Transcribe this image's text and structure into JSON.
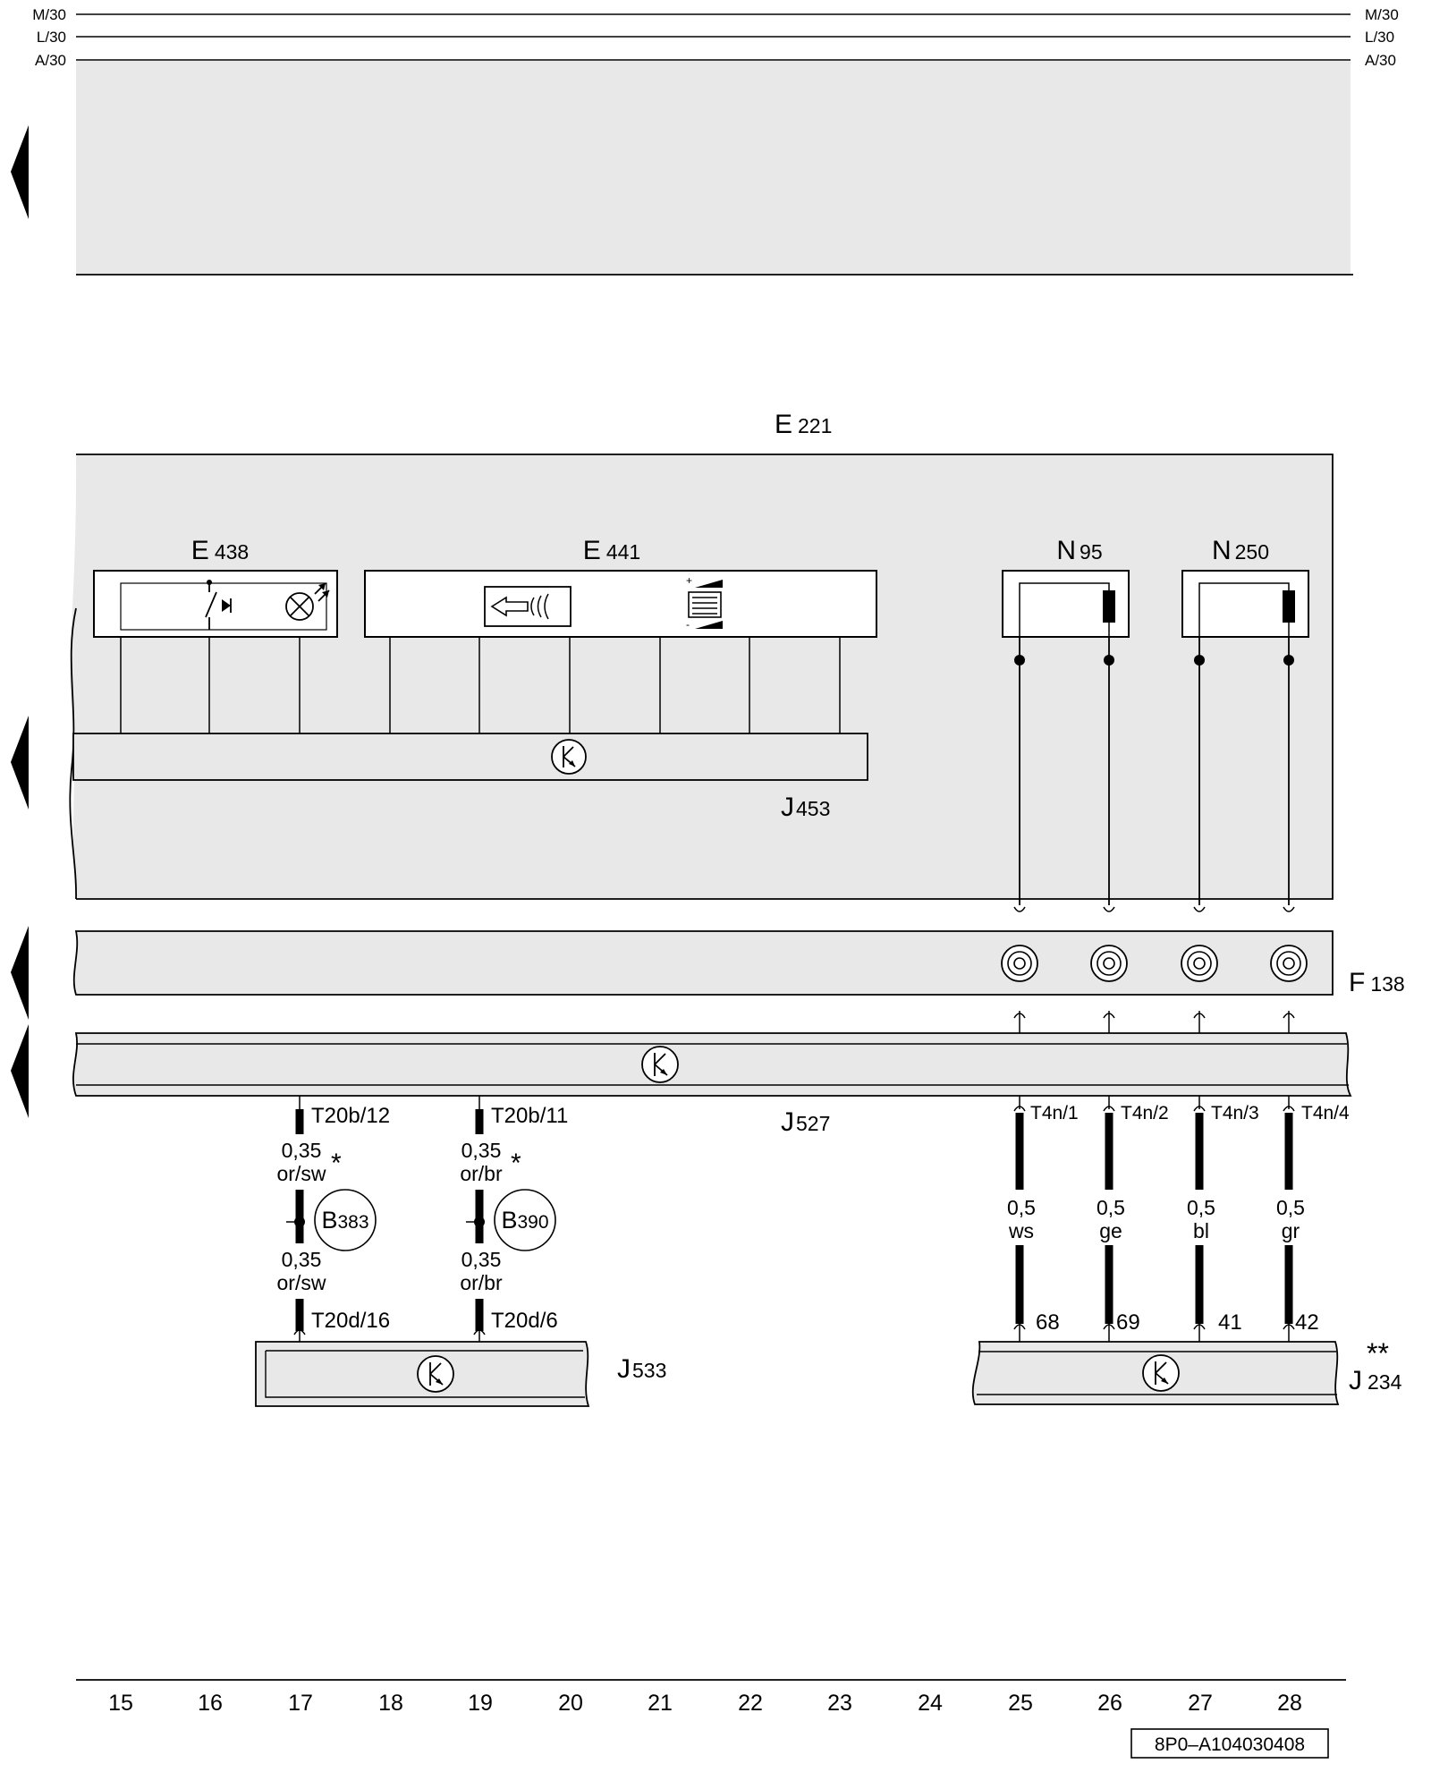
{
  "rails": {
    "left": [
      "M/30",
      "L/30",
      "A/30"
    ],
    "right": [
      "M/30",
      "L/30",
      "A/30"
    ]
  },
  "components": {
    "E221": {
      "letter": "E",
      "num": "221"
    },
    "E438": {
      "letter": "E",
      "num": "438"
    },
    "E441": {
      "letter": "E",
      "num": "441"
    },
    "N95": {
      "letter": "N",
      "num": "95"
    },
    "N250": {
      "letter": "N",
      "num": "250"
    },
    "J453": {
      "letter": "J",
      "num": "453"
    },
    "F138": {
      "letter": "F",
      "num": "138"
    },
    "J527": {
      "letter": "J",
      "num": "527"
    },
    "J533": {
      "letter": "J",
      "num": "533"
    },
    "J234": {
      "letter": "J",
      "num": "234",
      "mark": "**"
    }
  },
  "connectors_left": [
    {
      "top_pin": "T20b/12",
      "size_top": "0,35",
      "color_top": "or/sw",
      "asterisk": "*",
      "splice_letter": "B",
      "splice_num": "383",
      "size_bottom": "0,35",
      "color_bottom": "or/sw",
      "bottom_pin": "T20d/16"
    },
    {
      "top_pin": "T20b/11",
      "size_top": "0,35",
      "color_top": "or/br",
      "asterisk": "*",
      "splice_letter": "B",
      "splice_num": "390",
      "size_bottom": "0,35",
      "color_bottom": "or/br",
      "bottom_pin": "T20d/6"
    }
  ],
  "connectors_right": [
    {
      "top_pin": "T4n/1",
      "size": "0,5",
      "color": "ws",
      "bottom_pin": "68"
    },
    {
      "top_pin": "T4n/2",
      "size": "0,5",
      "color": "ge",
      "bottom_pin": "69"
    },
    {
      "top_pin": "T4n/3",
      "size": "0,5",
      "color": "bl",
      "bottom_pin": "41"
    },
    {
      "top_pin": "T4n/4",
      "size": "0,5",
      "color": "gr",
      "bottom_pin": "42"
    }
  ],
  "columns": [
    "15",
    "16",
    "17",
    "18",
    "19",
    "20",
    "21",
    "22",
    "23",
    "24",
    "25",
    "26",
    "27",
    "28"
  ],
  "ref_code": "8P0–A104030408"
}
